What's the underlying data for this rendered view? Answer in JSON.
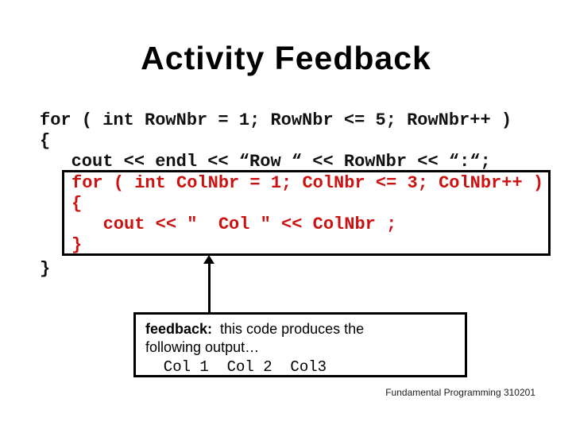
{
  "slide": {
    "title": "Activity Feedback",
    "footer": "Fundamental Programming 310201"
  },
  "code": {
    "outer_lines": [
      "for ( int RowNbr = 1; RowNbr <= 5; RowNbr++ )",
      "{",
      "   cout << endl << “Row “ << RowNbr << “:“;",
      "}"
    ],
    "boxed_lines": [
      "for ( int ColNbr = 1; ColNbr <= 3; ColNbr++ )",
      "{",
      "   cout << \"  Col \" << ColNbr ;",
      "}"
    ]
  },
  "feedback": {
    "label": "feedback:",
    "text_line1": "  this code produces the",
    "text_line2": "following output…",
    "output_line": "  Col 1  Col 2  Col3"
  },
  "colors": {
    "code_text": "#111111",
    "boxed_code_text": "#cc1111",
    "border": "#000000",
    "background": "#ffffff"
  }
}
